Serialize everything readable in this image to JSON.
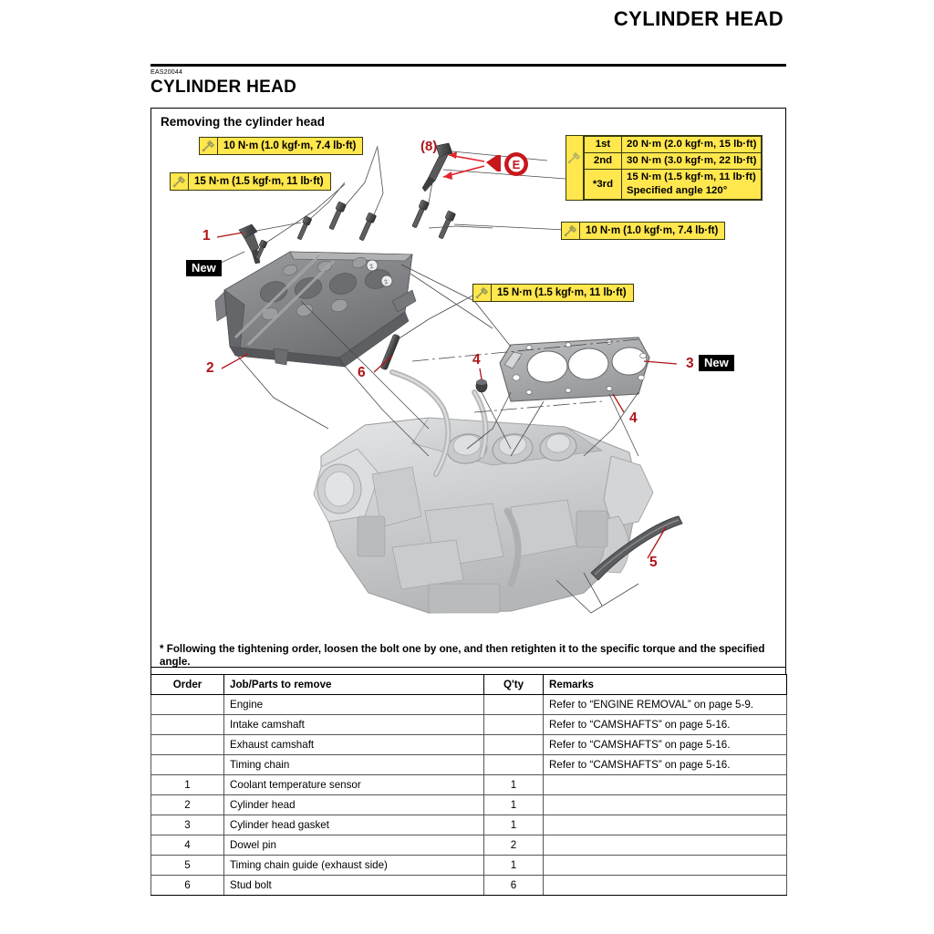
{
  "page": {
    "running_header": "CYLINDER HEAD",
    "section_code": "EAS20044",
    "section_title": "CYLINDER HEAD"
  },
  "diagram": {
    "title": "Removing the cylinder head",
    "torque_callouts": [
      {
        "id": "tq-10-top",
        "text": "10 N·m (1.0 kgf·m, 7.4 lb·ft)"
      },
      {
        "id": "tq-15-top",
        "text": "15 N·m (1.5 kgf·m, 11 lb·ft)"
      },
      {
        "id": "tq-10-right",
        "text": "10 N·m (1.0 kgf·m, 7.4 lb·ft)"
      },
      {
        "id": "tq-15-mid",
        "text": "15 N·m (1.5 kgf·m, 11 lb·ft)"
      }
    ],
    "stage_torque": {
      "rows": [
        {
          "stage": "1st",
          "line1": "20 N·m (2.0 kgf·m, 15 lb·ft)",
          "line2": ""
        },
        {
          "stage": "2nd",
          "line1": "30 N·m (3.0 kgf·m, 22 lb·ft)",
          "line2": ""
        },
        {
          "stage": "*3rd",
          "line1": "15 N·m (1.5 kgf·m, 11 lb·ft)",
          "line2": "Specified angle 120°"
        }
      ]
    },
    "bolt_count_label": "(8)",
    "lube_symbol": "E",
    "new_tags": [
      "New",
      "New"
    ],
    "callout_numbers": [
      "1",
      "2",
      "3",
      "4",
      "4",
      "5",
      "6"
    ]
  },
  "footnote": "* Following the tightening order, loosen the bolt one by one, and then retighten it to the specific torque and the specified angle.",
  "table": {
    "headers": [
      "Order",
      "Job/Parts to remove",
      "Q'ty",
      "Remarks"
    ],
    "rows": [
      {
        "order": "",
        "job": "Engine",
        "qty": "",
        "remarks": "Refer to “ENGINE REMOVAL” on page 5-9."
      },
      {
        "order": "",
        "job": "Intake camshaft",
        "qty": "",
        "remarks": "Refer to “CAMSHAFTS” on page 5-16."
      },
      {
        "order": "",
        "job": "Exhaust camshaft",
        "qty": "",
        "remarks": "Refer to “CAMSHAFTS” on page 5-16."
      },
      {
        "order": "",
        "job": "Timing chain",
        "qty": "",
        "remarks": "Refer to “CAMSHAFTS” on page 5-16."
      },
      {
        "order": "1",
        "job": "Coolant temperature sensor",
        "qty": "1",
        "remarks": ""
      },
      {
        "order": "2",
        "job": "Cylinder head",
        "qty": "1",
        "remarks": ""
      },
      {
        "order": "3",
        "job": "Cylinder head gasket",
        "qty": "1",
        "remarks": ""
      },
      {
        "order": "4",
        "job": "Dowel pin",
        "qty": "2",
        "remarks": ""
      },
      {
        "order": "5",
        "job": "Timing chain guide (exhaust side)",
        "qty": "1",
        "remarks": ""
      },
      {
        "order": "6",
        "job": "Stud bolt",
        "qty": "6",
        "remarks": ""
      }
    ]
  },
  "colors": {
    "callout_red": "#b01419",
    "torque_yellow": "#ffe74d",
    "part_gray": "#8f9193"
  }
}
